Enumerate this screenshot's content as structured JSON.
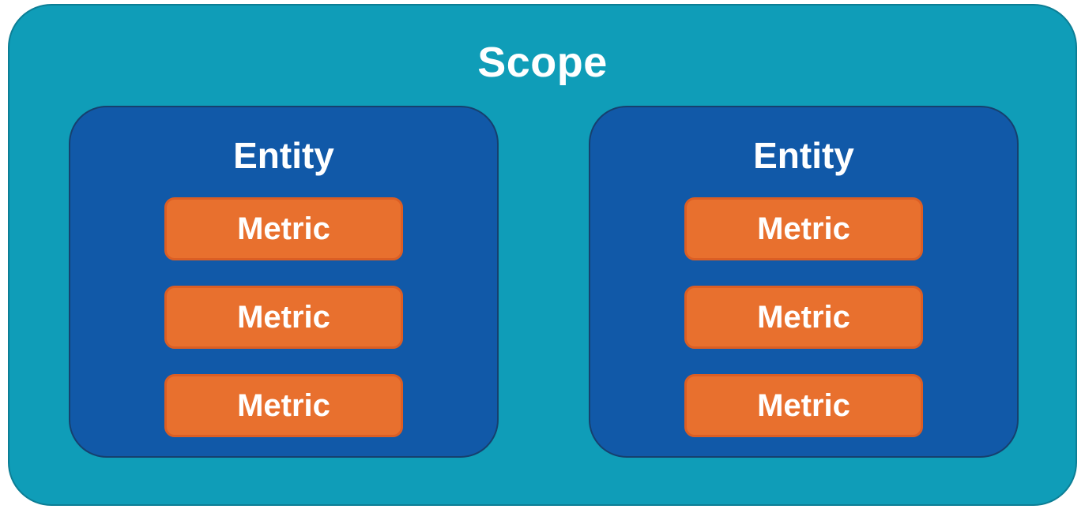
{
  "colors": {
    "scope_fill": "#0F9DB8",
    "scope_border": "#0C7E95",
    "entity_fill": "#1159A8",
    "entity_border": "#16406E",
    "metric_fill": "#E8702E",
    "metric_border": "#DB5E24",
    "label_text": "#FFFFFF",
    "page_background": "#FFFFFF"
  },
  "scope": {
    "label": "Scope",
    "entities": [
      {
        "label": "Entity",
        "metrics": [
          "Metric",
          "Metric",
          "Metric"
        ]
      },
      {
        "label": "Entity",
        "metrics": [
          "Metric",
          "Metric",
          "Metric"
        ]
      }
    ]
  }
}
